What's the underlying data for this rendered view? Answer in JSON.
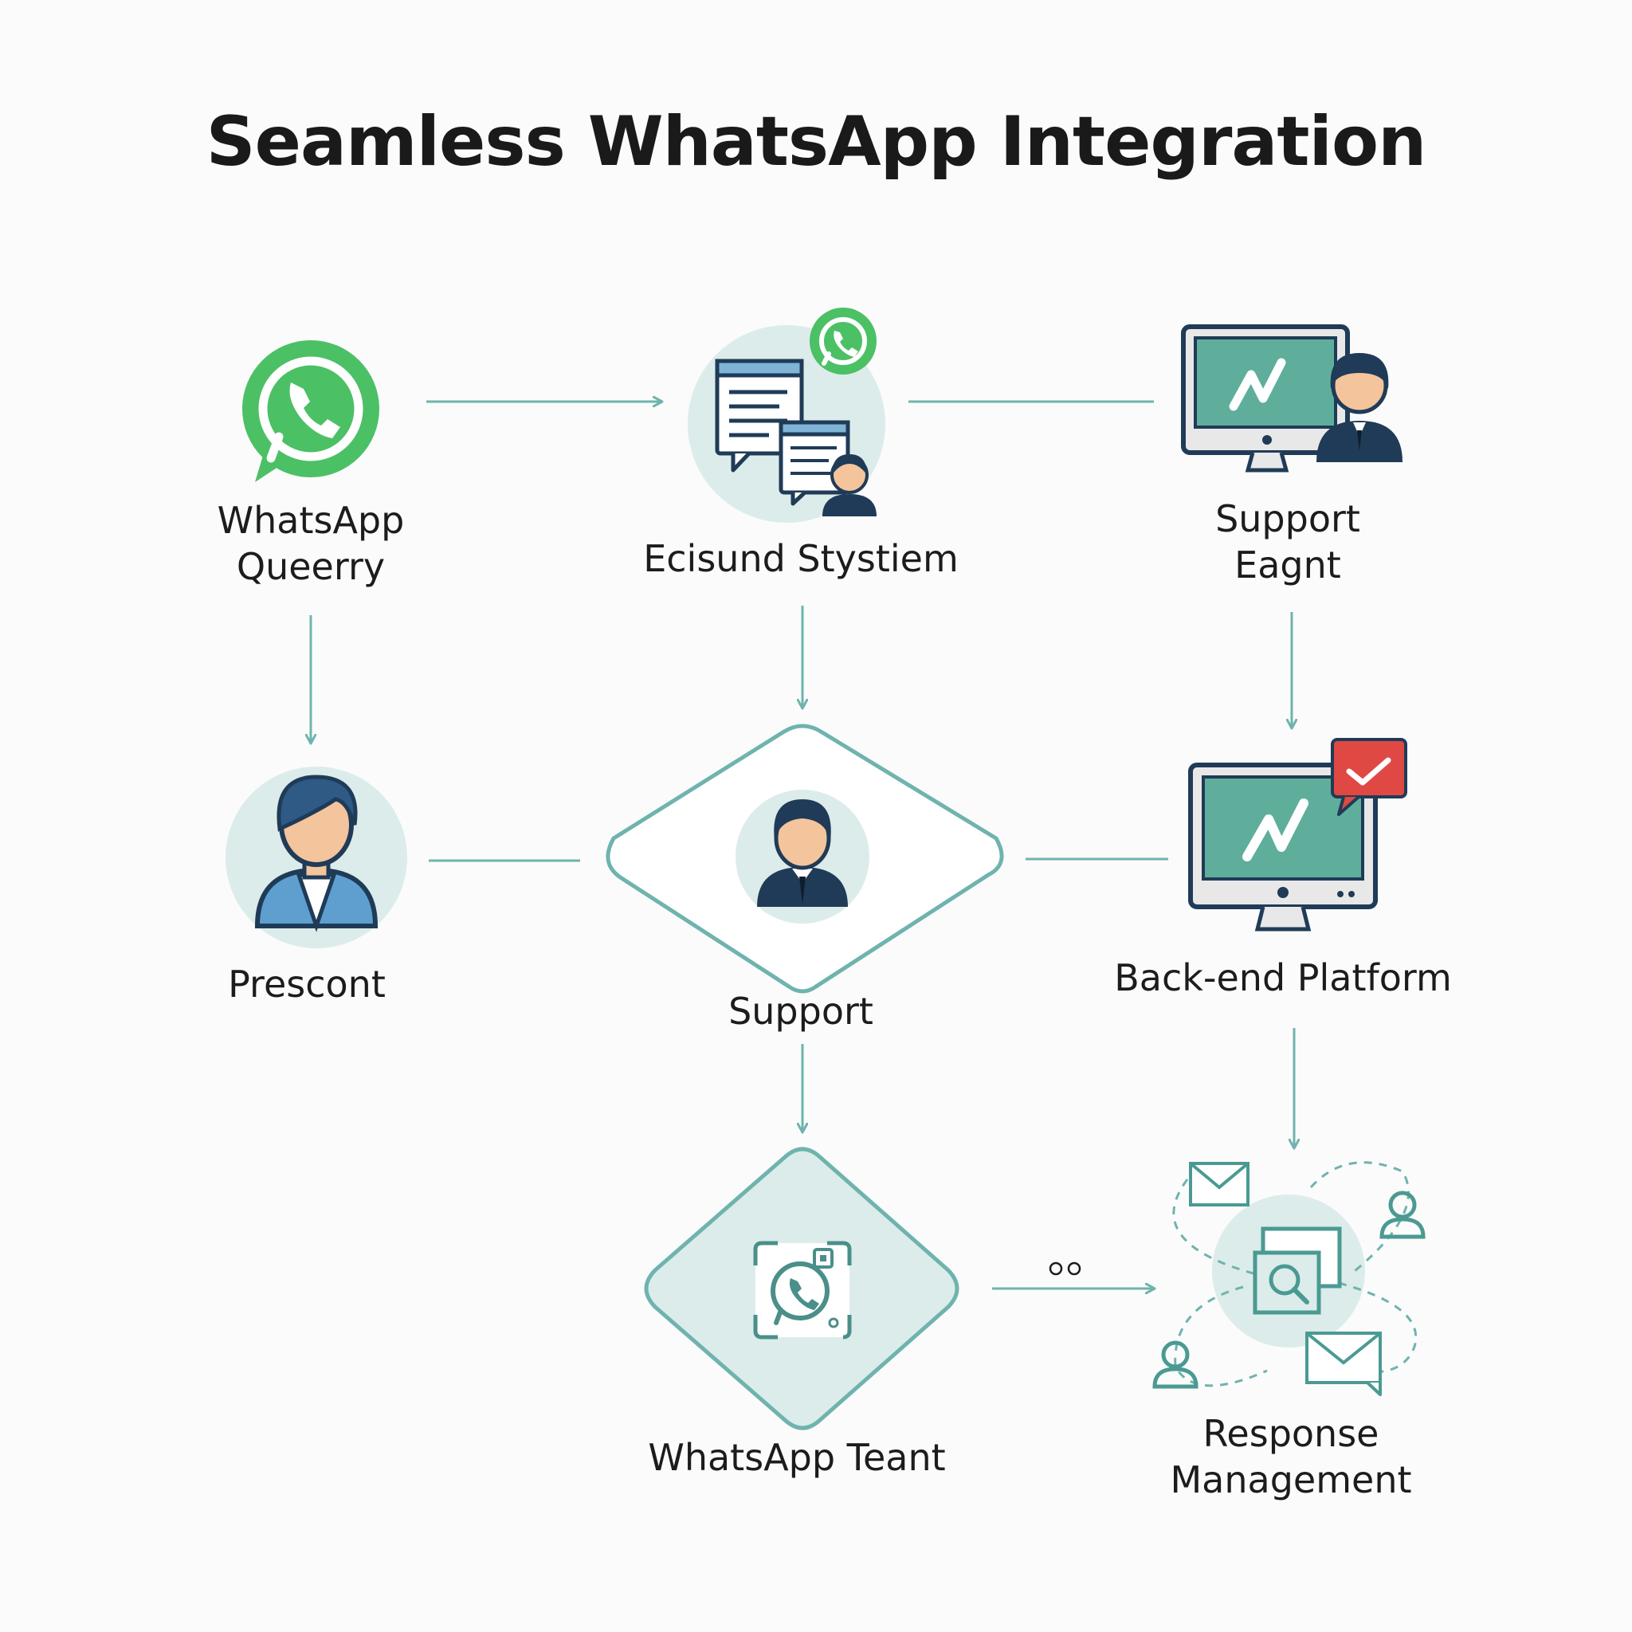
{
  "title": "Seamless WhatsApp Integration",
  "nodes": {
    "whatsapp_query": {
      "line1": "WhatsApp",
      "line2": "Queerry",
      "icon": "whatsapp-icon"
    },
    "ecisund_system": {
      "line1": "Ecisund Stystiem",
      "icon": "chat-documents-icon"
    },
    "support_agent": {
      "line1": "Support",
      "line2": "Eagnt",
      "icon": "monitor-agent-icon"
    },
    "prescont": {
      "line1": "Prescont",
      "icon": "person-avatar-icon"
    },
    "support": {
      "line1": "Support",
      "icon": "agent-avatar-icon"
    },
    "backend_platform": {
      "line1": "Back-end Platform",
      "icon": "monitor-alert-icon"
    },
    "whatsapp_team": {
      "line1": "WhatsApp Teant",
      "icon": "whatsapp-tile-icon"
    },
    "response_management": {
      "line1": "Response",
      "line2": "Management",
      "icon": "network-search-icon"
    }
  },
  "edge_marker": "oo",
  "colors": {
    "teal": "#6fb3ae",
    "teal_light": "#dcecea",
    "whatsapp_green": "#4cc065",
    "navy": "#1f3b57",
    "monitor_screen": "#5fae9c",
    "alert_red": "#e04844"
  }
}
